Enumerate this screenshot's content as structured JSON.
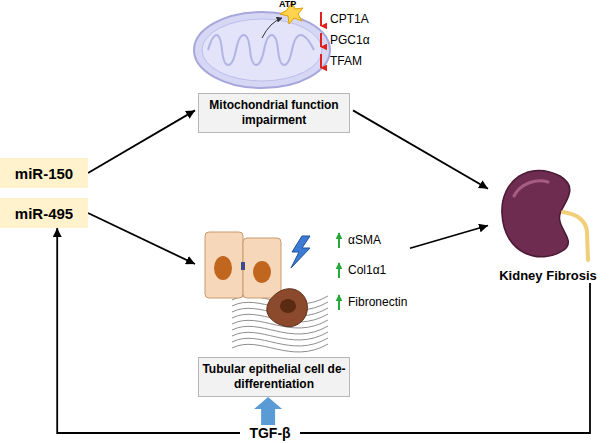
{
  "diagram": {
    "nodes": [
      {
        "text": [
          "miR-150"
        ]
      },
      {
        "text": [
          "miR-495"
        ]
      },
      {
        "text": [
          "Mitochondrial function impairment"
        ]
      },
      {
        "text": [
          "Tubular epithelial cell de-differentiation"
        ]
      },
      {
        "text": [
          "Kidney Fibrosis"
        ]
      },
      {
        "text": [
          "TGF-β"
        ]
      }
    ],
    "edges": [
      {
        "from": 0,
        "to": 2,
        "arrow": "to"
      },
      {
        "from": 1,
        "to": 3,
        "arrow": "to"
      },
      {
        "from": 2,
        "to": 4,
        "arrow": "to"
      },
      {
        "from": 3,
        "to": 4,
        "arrow": "to"
      },
      {
        "from": 4,
        "to": 5,
        "arrow": "none"
      },
      {
        "from": 5,
        "to": 1,
        "arrow": "to"
      },
      {
        "from": 5,
        "to": 3,
        "arrow": "to"
      }
    ],
    "labels": [
      "ATP",
      "CPT1A",
      "PGC1α",
      "TFAM",
      "αSMA",
      "Col1α1",
      "Fibronectin"
    ]
  }
}
